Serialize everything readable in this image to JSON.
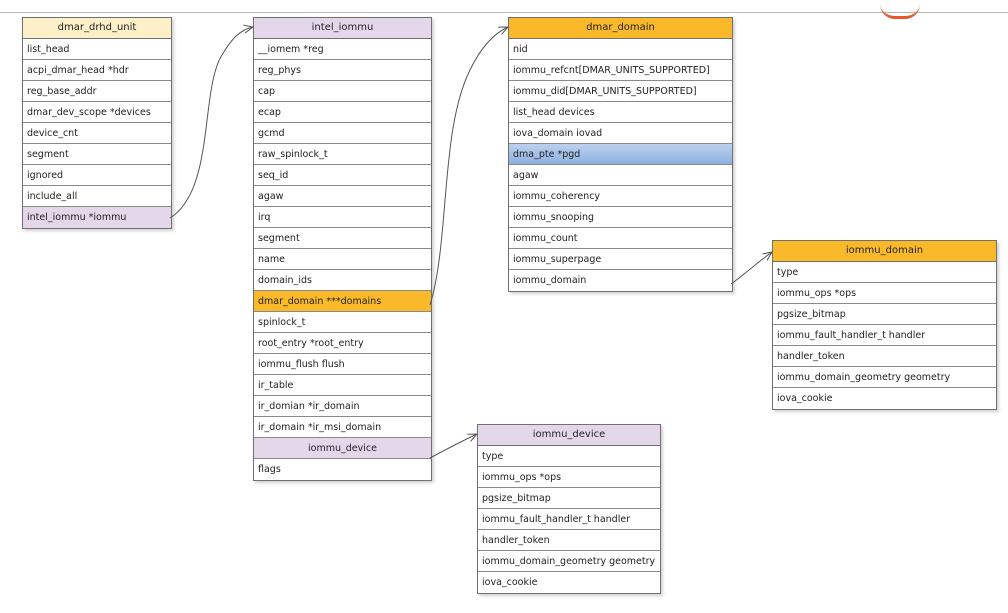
{
  "boxes": {
    "dmar_drhd_unit": {
      "title": "dmar_drhd_unit",
      "rows": [
        "list_head",
        "acpi_dmar_head    *hdr",
        "reg_base_addr",
        "dmar_dev_scope    *devices",
        "device_cnt",
        "segment",
        "ignored",
        "include_all",
        "intel_iommu    *iommu"
      ]
    },
    "intel_iommu": {
      "title": "intel_iommu",
      "rows": [
        "__iomem    *reg",
        "reg_phys",
        "cap",
        "ecap",
        "gcmd",
        "raw_spinlock_t",
        "seq_id",
        "agaw",
        "irq",
        "segment",
        "name",
        "domain_ids",
        "dmar_domain    ***domains",
        "spinlock_t",
        "root_entry    *root_entry",
        "iommu_flush flush",
        "ir_table",
        "ir_domian    *ir_domain",
        "ir_domain    *ir_msi_domain",
        "iommu_device",
        "flags"
      ]
    },
    "dmar_domain": {
      "title": "dmar_domain",
      "rows": [
        "nid",
        "iommu_refcnt[DMAR_UNITS_SUPPORTED]",
        "iommu_did[DMAR_UNITS_SUPPORTED]",
        "list_head    devices",
        "iova_domain    iovad",
        "dma_pte    *pgd",
        "agaw",
        "iommu_coherency",
        "iommu_snooping",
        "iommu_count",
        "iommu_superpage",
        "iommu_domain"
      ]
    },
    "iommu_domain": {
      "title": "iommu_domain",
      "rows": [
        "type",
        "iommu_ops    *ops",
        "pgsize_bitmap",
        "iommu_fault_handler_t    handler",
        "handler_token",
        "iommu_domain_geometry    geometry",
        "iova_cookie"
      ]
    },
    "iommu_device": {
      "title": "iommu_device",
      "rows": [
        "type",
        "iommu_ops    *ops",
        "pgsize_bitmap",
        "iommu_fault_handler_t    handler",
        "handler_token",
        "iommu_domain_geometry    geometry",
        "iova_cookie"
      ]
    }
  },
  "colors": {
    "yellow_header": "#fdf0c8",
    "purple_header": "#e4d7ea",
    "orange_header": "#f9b92a",
    "blue_highlight": "#8db0e0",
    "arrow": "#555555"
  }
}
